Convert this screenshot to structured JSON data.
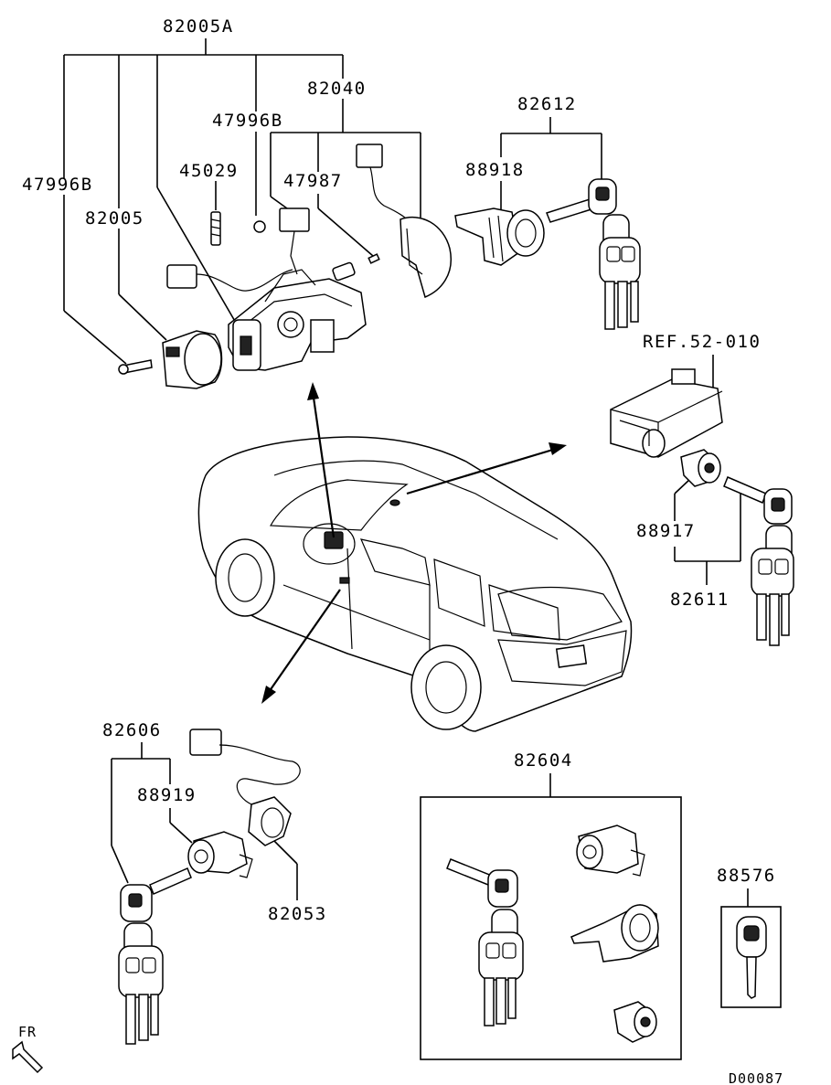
{
  "labels": {
    "p82005A": "82005A",
    "p82040": "82040",
    "p47996B_top": "47996B",
    "p82612": "82612",
    "p47996B_left": "47996B",
    "p45029": "45029",
    "p47987": "47987",
    "p88918": "88918",
    "p82005": "82005",
    "ref": "REF.52-010",
    "p88917": "88917",
    "p82611": "82611",
    "p82606": "82606",
    "p88919": "88919",
    "p82053": "82053",
    "p82604": "82604",
    "p88576": "88576",
    "fr": "FR",
    "diagram_code": "D00087"
  },
  "icons": {
    "fr_arrow": "forward-arrow-icon"
  }
}
